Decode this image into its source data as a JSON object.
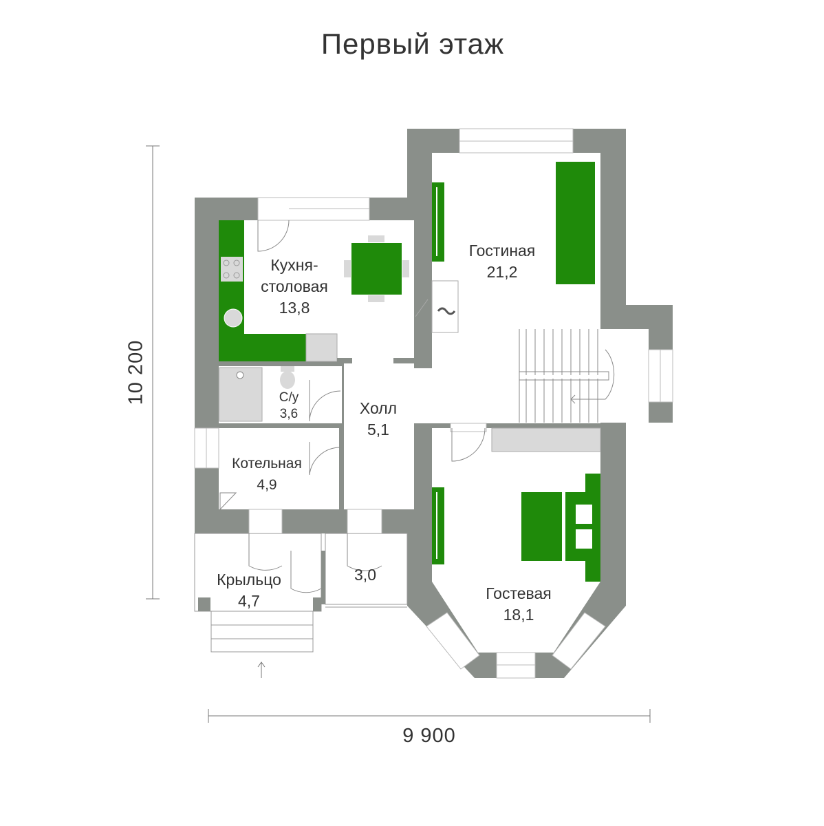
{
  "title": "Первый этаж",
  "dimensions": {
    "height": "10 200",
    "width": "9 900"
  },
  "rooms": [
    {
      "name": "Кухня-",
      "name2": "столовая",
      "area": "13,8"
    },
    {
      "name": "Гостиная",
      "area": "21,2"
    },
    {
      "name": "С/у",
      "area": "3,6"
    },
    {
      "name": "Холл",
      "area": "5,1"
    },
    {
      "name": "Котельная",
      "area": "4,9"
    },
    {
      "name": "Крыльцо",
      "area": "4,7"
    },
    {
      "name": "",
      "area": "3,0"
    },
    {
      "name": "Гостевая",
      "area": "18,1"
    }
  ],
  "colors": {
    "wall": "#8a8f8a",
    "furniture": "#1f8a0a",
    "fixture": "#d9d9d9"
  }
}
